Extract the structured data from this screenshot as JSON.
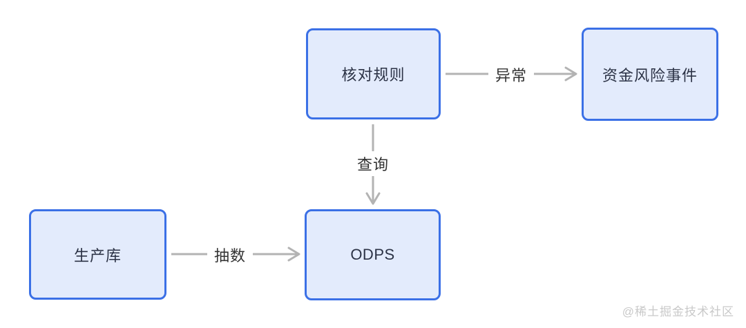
{
  "diagram": {
    "nodes": {
      "check_rules": {
        "label": "核对规则"
      },
      "fund_risk": {
        "label": "资金风险事件"
      },
      "odps": {
        "label": "ODPS"
      },
      "production_db": {
        "label": "生产库"
      }
    },
    "edges": {
      "exception": {
        "label": "异常",
        "from": "check_rules",
        "to": "fund_risk",
        "direction": "right"
      },
      "query": {
        "label": "查询",
        "from": "check_rules",
        "to": "odps",
        "direction": "down"
      },
      "extract": {
        "label": "抽数",
        "from": "production_db",
        "to": "odps",
        "direction": "right"
      }
    },
    "colors": {
      "node_border": "#3b70e6",
      "node_fill": "#e3ebfc",
      "node_text": "#2b3245",
      "arrow": "#b3b3b3",
      "label_text": "#333333",
      "watermark": "#c9c9c9",
      "background": "#ffffff"
    }
  },
  "watermark": {
    "text": "@稀土掘金技术社区"
  }
}
